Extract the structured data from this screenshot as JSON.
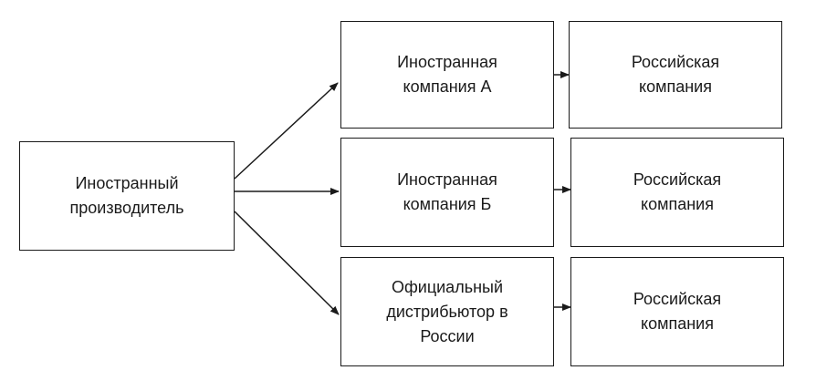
{
  "diagram": {
    "source": {
      "label": "Иностранный\nпроизводитель"
    },
    "intermediaries": [
      {
        "label": "Иностранная\nкомпания А"
      },
      {
        "label": "Иностранная\nкомпания Б"
      },
      {
        "label": "Официальный\nдистрибьютор в\nРоссии"
      }
    ],
    "recipients": [
      {
        "label": "Российская\nкомпания"
      },
      {
        "label": "Российская\nкомпания"
      },
      {
        "label": "Российская\nкомпания"
      }
    ]
  },
  "colors": {
    "line": "#1a1a1a",
    "background": "#ffffff"
  }
}
